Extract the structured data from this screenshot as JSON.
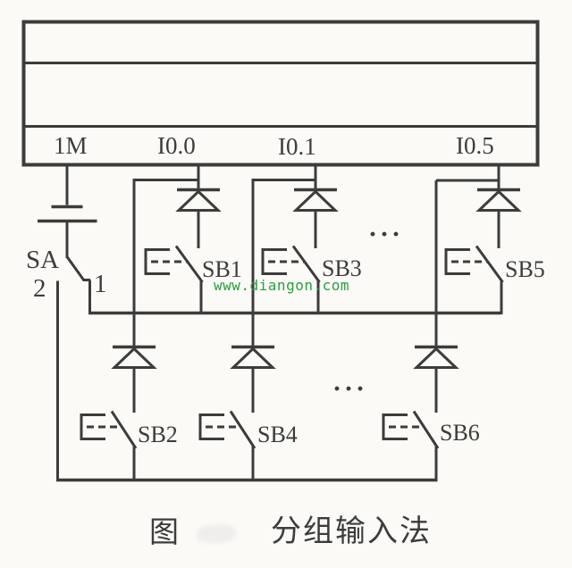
{
  "colors": {
    "line": "#3c3c3c",
    "watermark_green": "#2b9f3d",
    "paper": "#fbfaf7"
  },
  "plc": {
    "terminals": [
      {
        "id": "1M",
        "label": "1M"
      },
      {
        "id": "I0.0",
        "label": "I0.0"
      },
      {
        "id": "I0.1",
        "label": "I0.1"
      },
      {
        "id": "I0.5",
        "label": "I0.5"
      }
    ]
  },
  "selector": {
    "label": "SA",
    "position_up": "1",
    "position_down": "2"
  },
  "buttons": {
    "sb1": "SB1",
    "sb2": "SB2",
    "sb3": "SB3",
    "sb4": "SB4",
    "sb5": "SB5",
    "sb6": "SB6"
  },
  "ellipsis": "···",
  "watermark": "www.diangon.com",
  "caption": {
    "figure_prefix": "图",
    "title": "分组输入法"
  }
}
